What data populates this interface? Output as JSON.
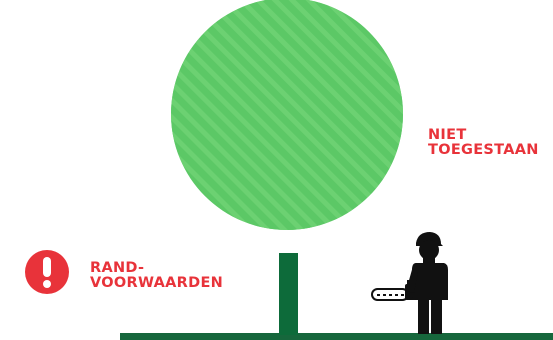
{
  "labels": {
    "prohibited_line1": "NIET",
    "prohibited_line2": "TOEGESTAAN",
    "conditions_line1": "RAND-",
    "conditions_line2": "VOORWAARDEN"
  },
  "warning_icon": {
    "name": "exclamation-icon",
    "glyph": "!"
  },
  "colors": {
    "tree_crown": "#5cc866",
    "tree_crown_hatch": "#7ad77f",
    "tree_trunk": "#0d6b3a",
    "ground": "#16673c",
    "alert_red": "#e8333a",
    "person": "#111111",
    "background": "#ffffff"
  }
}
